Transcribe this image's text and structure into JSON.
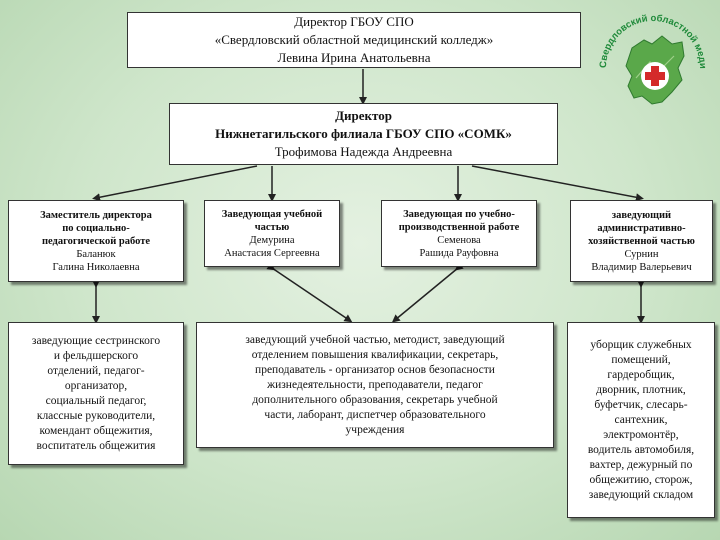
{
  "director": {
    "line1": "Директор ГБОУ СПО",
    "line2": "«Свердловский областной медицинский колледж»",
    "line3": "Левина Ирина Анатольевна"
  },
  "branch_director": {
    "line1": "Директор",
    "line2": "Нижнетагильского филиала ГБОУ СПО «СОМК»",
    "line3": "Трофимова Надежда Андреевна"
  },
  "heads": [
    {
      "lines": [
        "Заместитель директора",
        "по социально-",
        "педагогической работе"
      ],
      "name": [
        "Баланюк",
        "Галина Николаевна"
      ]
    },
    {
      "lines": [
        "Заведующая учебной",
        "частью"
      ],
      "name": [
        "Демурина",
        "Анастасия Сергеевна"
      ]
    },
    {
      "lines": [
        "Заведующая по учебно-",
        "производственной работе"
      ],
      "name": [
        "Семенова",
        "Рашида Рауфовна"
      ]
    },
    {
      "lines": [
        "заведующий",
        "административно-",
        "хозяйственной частью"
      ],
      "name": [
        "Сурнин",
        "Владимир Валерьевич"
      ]
    }
  ],
  "staff": [
    [
      "заведующие сестринского",
      "и фельдшерского",
      "отделений, педагог-",
      "организатор,",
      "социальный педагог,",
      "классные руководители,",
      "комендант общежития,",
      "воспитатель общежития"
    ],
    [
      "заведующий учебной частью, методист, заведующий",
      "отделением повышения квалификации, секретарь,",
      "преподаватель - организатор основ безопасности",
      "жизнедеятельности, преподаватели, педагог",
      "дополнительного образования, секретарь учебной",
      "части, лаборант, диспетчер образовательного",
      "учреждения"
    ],
    [
      "уборщик служебных",
      "помещений,",
      "гардеробщик,",
      "дворник, плотник,",
      "буфетчик, слесарь-",
      "сантехник,",
      "электромонтёр,",
      "водитель автомобиля,",
      "вахтер, дежурный по",
      "общежитию, сторож,",
      "заведующий складом"
    ]
  ],
  "logo": {
    "text": "Свердловский областной медицинский колледж",
    "colors": {
      "green": "#1f8a3a",
      "leaf": "#5aa84a",
      "red": "#d42a2a"
    }
  }
}
